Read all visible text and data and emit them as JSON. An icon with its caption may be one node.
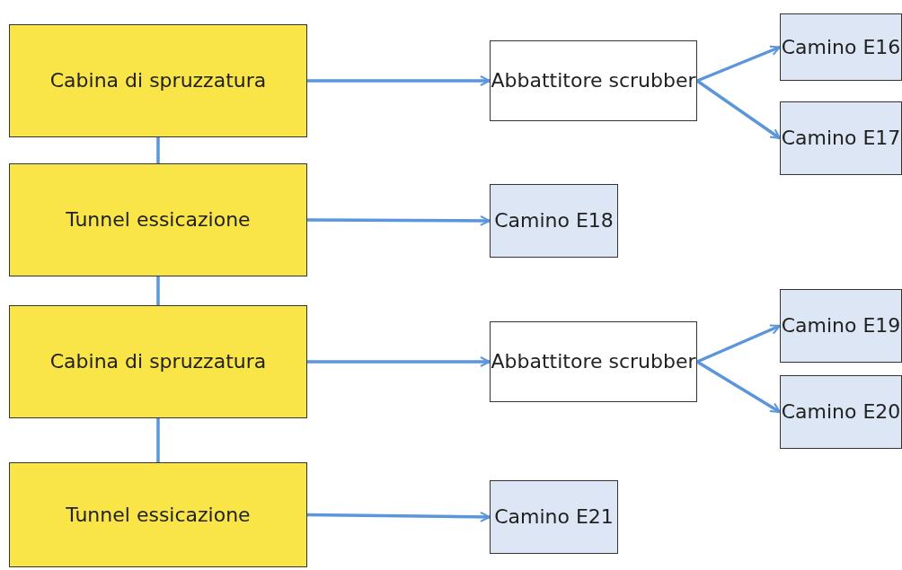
{
  "diagram": {
    "nodes": [
      {
        "text": [
          "Cabina di spruzzatura"
        ]
      },
      {
        "text": [
          "Abbattitore scrubber"
        ]
      },
      {
        "text": [
          "Camino E16"
        ]
      },
      {
        "text": [
          "Camino E17"
        ]
      },
      {
        "text": [
          "Tunnel essicazione"
        ]
      },
      {
        "text": [
          "Camino E18"
        ]
      },
      {
        "text": [
          "Cabina di spruzzatura"
        ]
      },
      {
        "text": [
          "Abbattitore scrubber"
        ]
      },
      {
        "text": [
          "Camino E19"
        ]
      },
      {
        "text": [
          "Camino E20"
        ]
      },
      {
        "text": [
          "Tunnel essicazione"
        ]
      },
      {
        "text": [
          "Camino E21"
        ]
      }
    ],
    "edges": [
      {
        "from": 0,
        "to": 1,
        "arrow": "to"
      },
      {
        "from": 1,
        "to": 2,
        "arrow": "to"
      },
      {
        "from": 1,
        "to": 3,
        "arrow": "to"
      },
      {
        "from": 0,
        "to": 4,
        "arrow": "none"
      },
      {
        "from": 4,
        "to": 5,
        "arrow": "to"
      },
      {
        "from": 4,
        "to": 6,
        "arrow": "none"
      },
      {
        "from": 6,
        "to": 7,
        "arrow": "to"
      },
      {
        "from": 7,
        "to": 8,
        "arrow": "to"
      },
      {
        "from": 7,
        "to": 9,
        "arrow": "to"
      },
      {
        "from": 6,
        "to": 10,
        "arrow": "none"
      },
      {
        "from": 10,
        "to": 11,
        "arrow": "to"
      }
    ]
  }
}
